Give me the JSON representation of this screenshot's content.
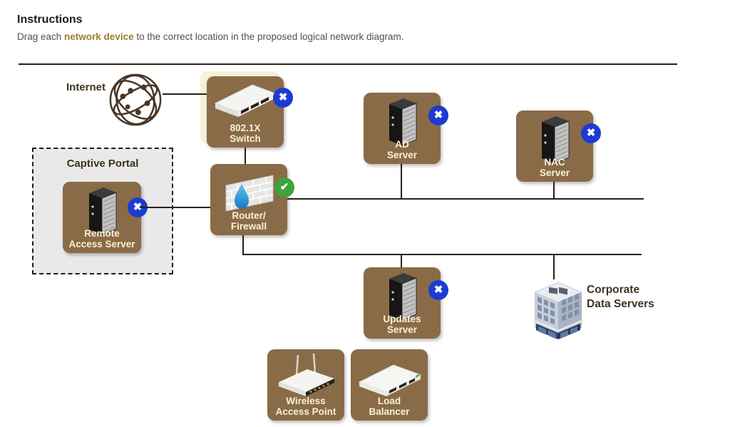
{
  "instructions": {
    "title": "Instructions",
    "body_prefix": "Drag each ",
    "body_bold": "network device",
    "body_suffix": " to the correct location in the proposed logical network diagram."
  },
  "diagram_labels": {
    "internet": "Internet",
    "captive_portal": "Captive Portal",
    "corporate_line1": "Corporate",
    "corporate_line2": "Data Servers"
  },
  "devices": {
    "switch": {
      "line1": "802.1X",
      "line2": "Switch",
      "badge": "incorrect"
    },
    "router": {
      "line1": "Router/",
      "line2": "Firewall",
      "badge": "correct"
    },
    "ad": {
      "line1": "AD",
      "line2": "Server",
      "badge": "incorrect"
    },
    "nac": {
      "line1": "NAC",
      "line2": "Server",
      "badge": "incorrect"
    },
    "ras": {
      "line1": "Remote",
      "line2": "Access Server",
      "badge": "incorrect"
    },
    "updates": {
      "line1": "Updates",
      "line2": "Server",
      "badge": "incorrect"
    },
    "wap": {
      "line1": "Wireless",
      "line2": "Access Point",
      "badge": "none"
    },
    "lb": {
      "line1": "Load",
      "line2": "Balancer",
      "badge": "none"
    }
  },
  "icons": {
    "x": "✖",
    "check": "✔"
  },
  "colors": {
    "box_brown": "#8A6B48",
    "badge_blue": "#1D3AD3",
    "badge_green": "#3FA33C",
    "label_cream": "#F8F2D8",
    "line_dark": "#2B2115",
    "accent_gold": "#9E7C2F",
    "text_dark": "#3E3122",
    "text_body": "#565049",
    "portal_gray": "#E9E9E9",
    "dropzone_cream": "#F7F1D8"
  }
}
